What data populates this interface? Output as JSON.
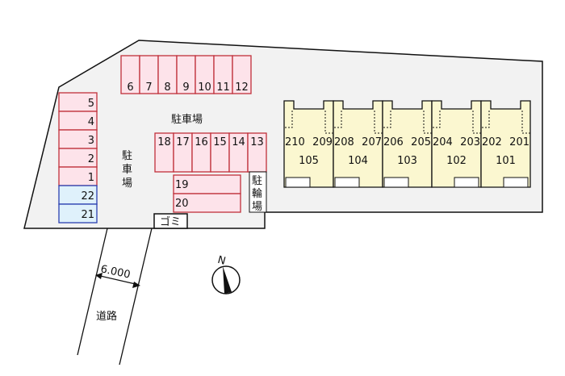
{
  "labels": {
    "parking_horizontal": "駐車場",
    "parking_vertical": [
      "駐",
      "車",
      "場"
    ],
    "bicycle_parking": [
      "駐",
      "輪",
      "場"
    ],
    "garbage": "ゴミ",
    "road": "道路",
    "road_width": "6.000",
    "north": "N"
  },
  "parking": {
    "top_row": [
      "6",
      "7",
      "8",
      "9",
      "10",
      "11",
      "12"
    ],
    "left_column": [
      "5",
      "4",
      "3",
      "2",
      "1"
    ],
    "left_column_blue": [
      "22",
      "21"
    ],
    "middle_row": [
      "18",
      "17",
      "16",
      "15",
      "14",
      "13"
    ],
    "lower_pair": [
      "19",
      "20"
    ]
  },
  "building": {
    "units": [
      {
        "upper": [
          "210",
          "209"
        ],
        "lower": "105"
      },
      {
        "upper": [
          "208",
          "207"
        ],
        "lower": "104"
      },
      {
        "upper": [
          "206",
          "205"
        ],
        "lower": "103"
      },
      {
        "upper": [
          "204",
          "203"
        ],
        "lower": "102"
      },
      {
        "upper": [
          "202",
          "201"
        ],
        "lower": "101"
      }
    ]
  },
  "colors": {
    "parking_fill": "#fde3ea",
    "parking_stroke": "#c0303a",
    "blue_fill": "#dff1fb",
    "blue_stroke": "#2a3fb0",
    "building_fill": "#fbf7d0",
    "lot_fill": "#f2f2f2"
  }
}
